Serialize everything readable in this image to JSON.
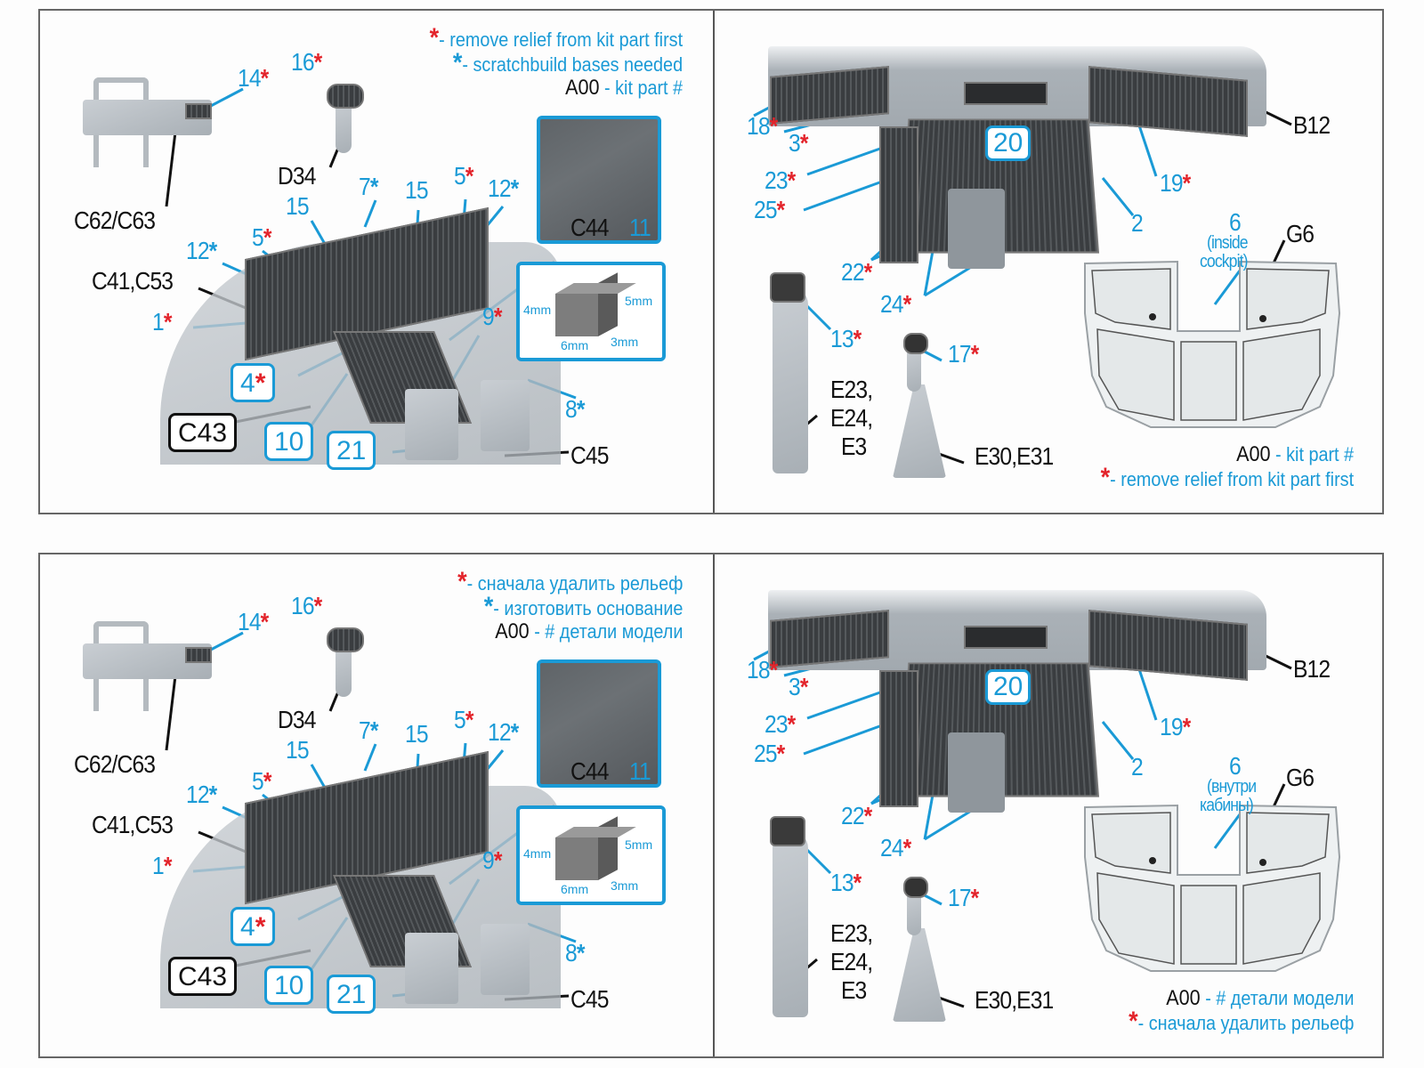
{
  "sheets": [
    {
      "language": "en",
      "left": {
        "legend": [
          {
            "marker": "*",
            "marker_color": "#e3232a",
            "text": "- remove relief from kit part first"
          },
          {
            "marker": "*",
            "marker_color": "#1a9ad6",
            "text": "- scratchbuild bases needed"
          },
          {
            "code": "A00",
            "text": "- kit part #"
          }
        ],
        "labels": {
          "l14": "14",
          "l16": "16",
          "d34": "D34",
          "c62": "C62/C63",
          "l7": "7",
          "l15a": "15",
          "l15b": "15",
          "l5a": "5",
          "l5b": "5",
          "l12a": "12",
          "l12b": "12",
          "c41": "C41,C53",
          "l1": "1",
          "l4": "4",
          "c43": "C43",
          "l10": "10",
          "l21": "21",
          "c45": "C45",
          "l9": "9",
          "l8": "8",
          "c44": "C44",
          "l11": "11"
        },
        "dimensions": {
          "h_front": "4mm",
          "h_back": "5mm",
          "width": "6mm",
          "depth": "3mm"
        }
      },
      "right": {
        "labels": {
          "l18": "18",
          "l3": "3",
          "l20": "20",
          "b12": "B12",
          "l23": "23",
          "l25": "25",
          "l19": "19",
          "l2": "2",
          "l6": "6",
          "l6note": "(inside",
          "l6note2": "cockpit)",
          "g6": "G6",
          "l22": "22",
          "l24": "24",
          "l13": "13",
          "l17": "17",
          "e23": "E23,",
          "e24": "E24,",
          "e3": "E3",
          "e30": "E30,E31"
        },
        "legend": [
          {
            "code": "A00",
            "text": "- kit part #"
          },
          {
            "marker": "*",
            "marker_color": "#e3232a",
            "text": "- remove relief from kit part first"
          }
        ]
      }
    },
    {
      "language": "ru",
      "left": {
        "legend": [
          {
            "marker": "*",
            "marker_color": "#e3232a",
            "text": "- сначала удалить рельеф"
          },
          {
            "marker": "*",
            "marker_color": "#1a9ad6",
            "text": "- изготовить основание"
          },
          {
            "code": "A00",
            "text": "- # детали модели"
          }
        ],
        "labels": {
          "l14": "14",
          "l16": "16",
          "d34": "D34",
          "c62": "C62/C63",
          "l7": "7",
          "l15a": "15",
          "l15b": "15",
          "l5a": "5",
          "l5b": "5",
          "l12a": "12",
          "l12b": "12",
          "c41": "C41,C53",
          "l1": "1",
          "l4": "4",
          "c43": "C43",
          "l10": "10",
          "l21": "21",
          "c45": "C45",
          "l9": "9",
          "l8": "8",
          "c44": "C44",
          "l11": "11"
        },
        "dimensions": {
          "h_front": "4mm",
          "h_back": "5mm",
          "width": "6mm",
          "depth": "3mm"
        }
      },
      "right": {
        "labels": {
          "l18": "18",
          "l3": "3",
          "l20": "20",
          "b12": "B12",
          "l23": "23",
          "l25": "25",
          "l19": "19",
          "l2": "2",
          "l6": "6",
          "l6note": "(внутри",
          "l6note2": "кабины)",
          "g6": "G6",
          "l22": "22",
          "l24": "24",
          "l13": "13",
          "l17": "17",
          "e23": "E23,",
          "e24": "E24,",
          "e3": "E3",
          "e30": "E30,E31"
        },
        "legend": [
          {
            "code": "A00",
            "text": "- # детали модели"
          },
          {
            "marker": "*",
            "marker_color": "#e3232a",
            "text": "- сначала удалить рельеф"
          }
        ]
      }
    }
  ],
  "star_markers": {
    "red": [
      "l14",
      "l16",
      "l5a",
      "l5b",
      "l1",
      "l4",
      "l9",
      "l18",
      "l3",
      "l23",
      "l25",
      "l19",
      "l22",
      "l24",
      "l13",
      "l17"
    ],
    "blue": [
      "l7",
      "l12a",
      "l12b",
      "l8"
    ]
  },
  "colors": {
    "callout_blue": "#1a9ad6",
    "relief_red": "#e3232a",
    "part_gray": "#b4babf",
    "frame": "#666666"
  }
}
